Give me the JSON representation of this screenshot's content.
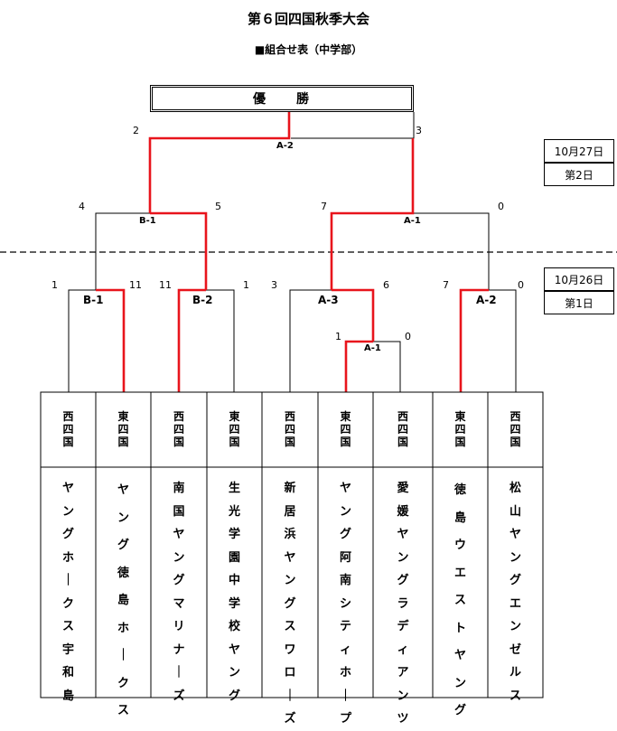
{
  "title": "第６回四国秋季大会",
  "subtitle": "■組合せ表（中学部）",
  "winner_label": "優　　勝",
  "dates": {
    "day2": {
      "date": "10月27日",
      "label": "第2日"
    },
    "day1": {
      "date": "10月26日",
      "label": "第1日"
    }
  },
  "matches": {
    "final": {
      "label": "A-2",
      "score_left": "2",
      "score_right": "3"
    },
    "semi_left": {
      "label": "B-1",
      "score_left": "4",
      "score_right": "5"
    },
    "semi_right": {
      "label": "A-1",
      "score_left": "7",
      "score_right": "0"
    },
    "r1_b1": {
      "label": "B-1",
      "score_left": "1",
      "score_right": "11"
    },
    "r1_b2": {
      "label": "B-2",
      "score_left": "11",
      "score_right": "1"
    },
    "r1_a3": {
      "label": "A-3",
      "score_left": "3",
      "score_right": "6"
    },
    "r1_a2": {
      "label": "A-2",
      "score_left": "7",
      "score_right": "0"
    },
    "pre_a1": {
      "label": "A-1",
      "score_left": "1",
      "score_right": "0"
    }
  },
  "teams": [
    {
      "region": "西四国",
      "name": "ヤングホークス宇和島"
    },
    {
      "region": "東四国",
      "name": "ヤング徳島ホークス"
    },
    {
      "region": "西四国",
      "name": "南国ヤングマリナーズ"
    },
    {
      "region": "東四国",
      "name": "生光学園中学校ヤング"
    },
    {
      "region": "西四国",
      "name": "新居浜ヤングスワローズ"
    },
    {
      "region": "東四国",
      "name": "ヤング阿南シティホープ"
    },
    {
      "region": "西四国",
      "name": "愛媛ヤングラディアンツ"
    },
    {
      "region": "東四国",
      "name": "徳島ウエストヤング"
    },
    {
      "region": "西四国",
      "name": "松山ヤングエンゼルス"
    }
  ],
  "colors": {
    "winner_line": "#e8141c",
    "line": "#000000"
  }
}
